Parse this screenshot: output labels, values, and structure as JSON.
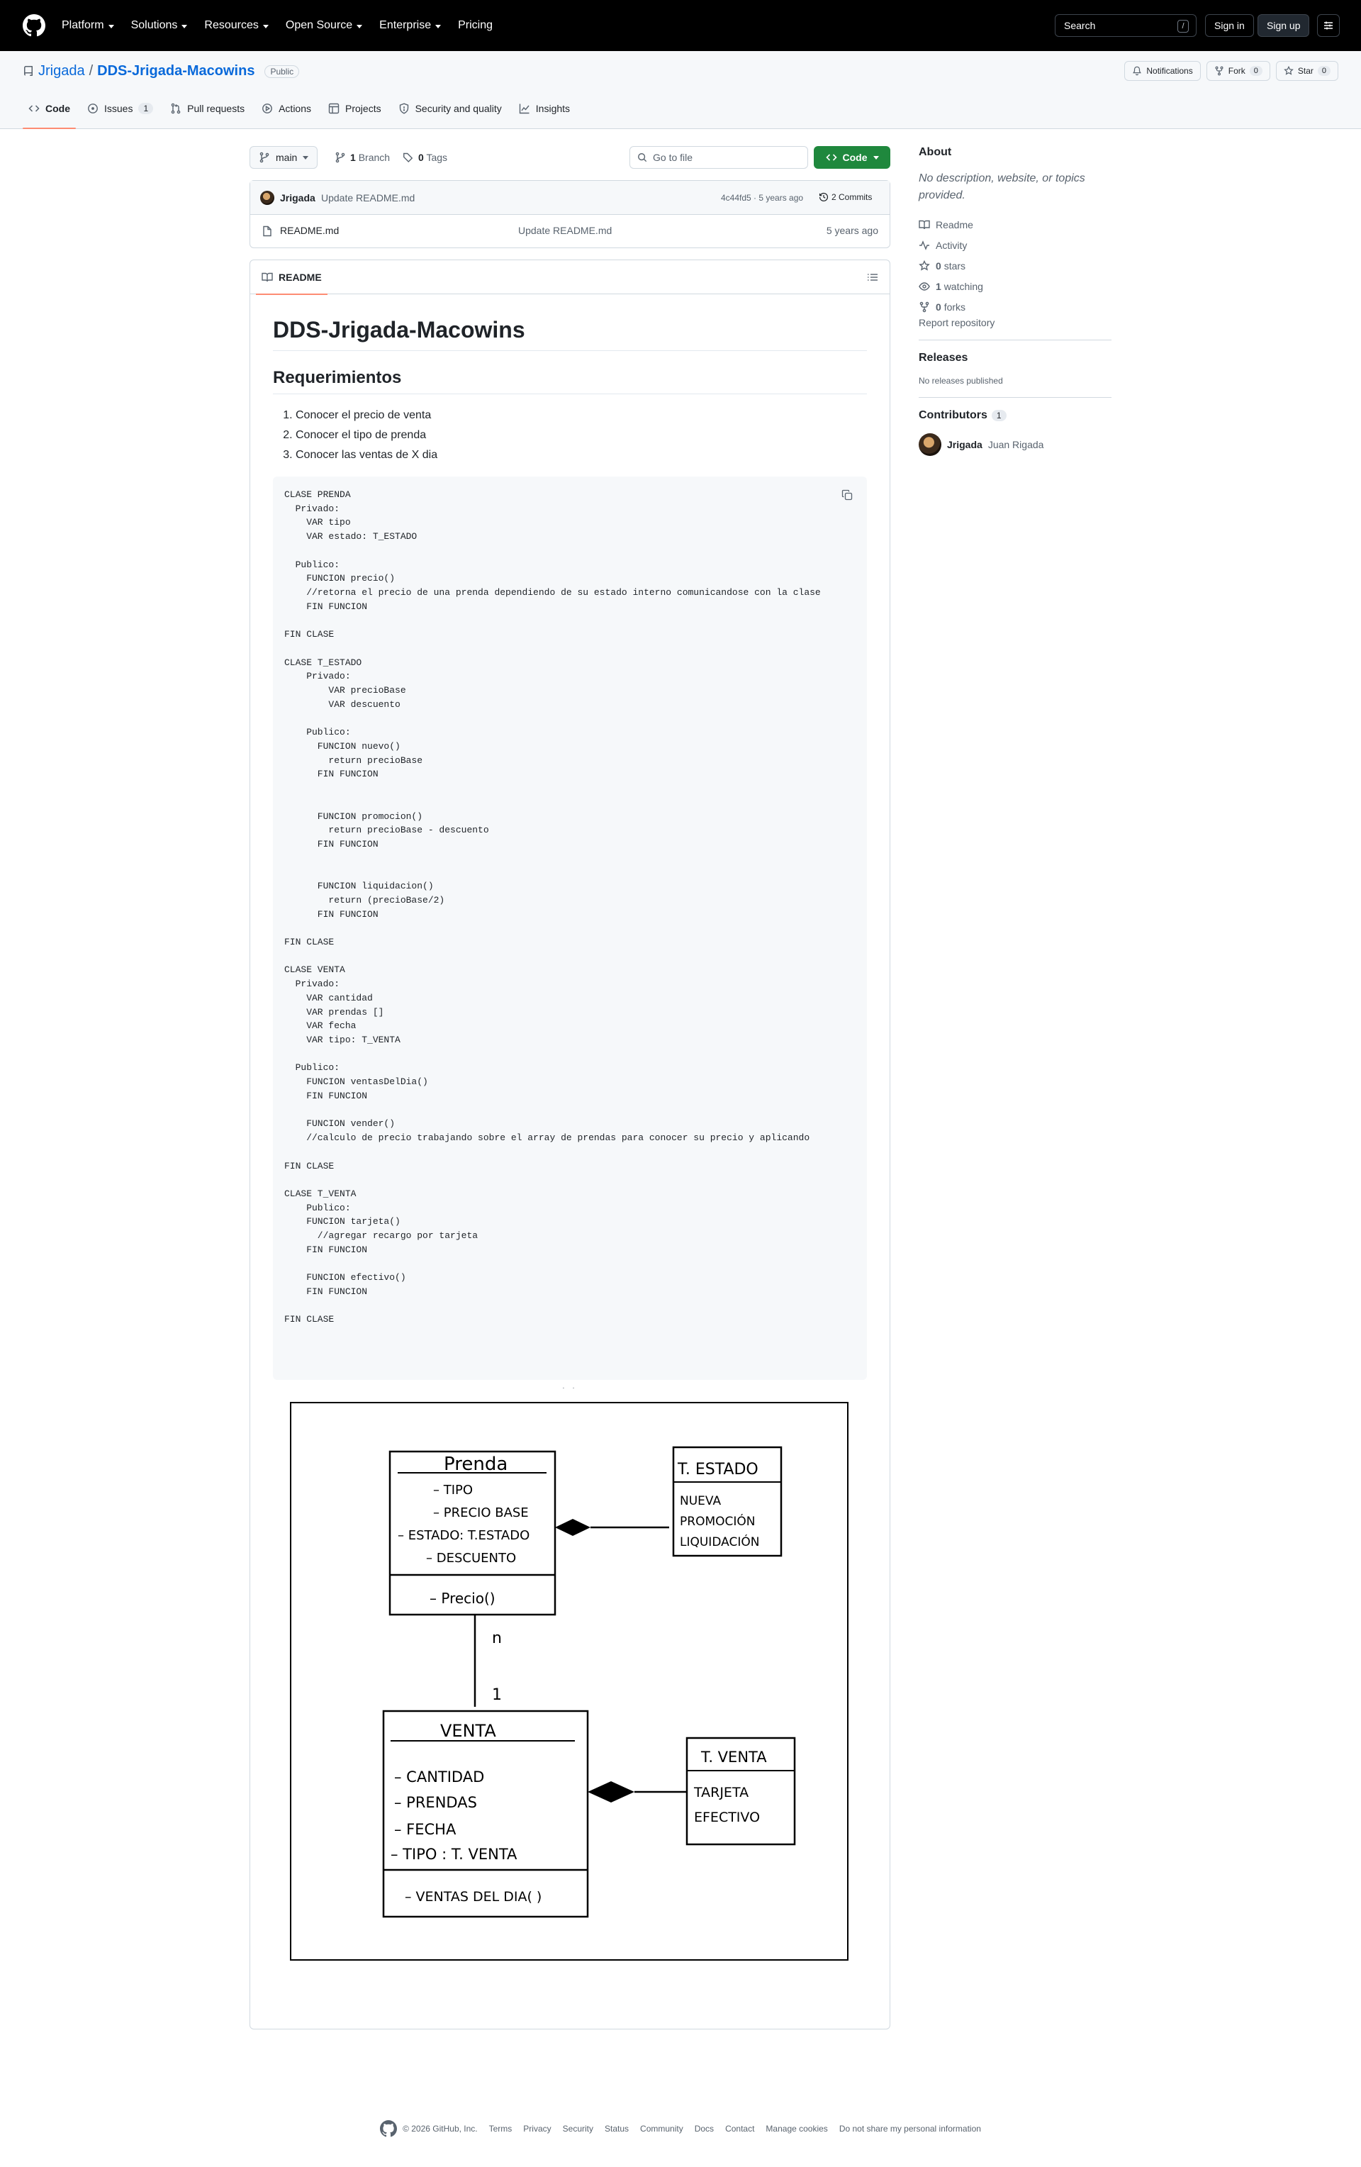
{
  "topnav": {
    "items": [
      {
        "label": "Platform",
        "dropdown": true
      },
      {
        "label": "Solutions",
        "dropdown": true
      },
      {
        "label": "Resources",
        "dropdown": true
      },
      {
        "label": "Open Source",
        "dropdown": true
      },
      {
        "label": "Enterprise",
        "dropdown": true
      },
      {
        "label": "Pricing",
        "dropdown": false
      }
    ],
    "search_label": "Search",
    "search_shortcut": "/",
    "sign_in": "Sign in",
    "sign_up": "Sign up"
  },
  "repo": {
    "owner": "Jrigada",
    "separator": "/",
    "name": "DDS-Jrigada-Macowins",
    "visibility": "Public",
    "notifications": "Notifications",
    "fork_label": "Fork",
    "fork_count": "0",
    "star_label": "Star",
    "star_count": "0"
  },
  "tabs": [
    {
      "label": "Code",
      "icon": "code-icon",
      "active": true,
      "count": ""
    },
    {
      "label": "Issues",
      "icon": "issue-icon",
      "active": false,
      "count": "1"
    },
    {
      "label": "Pull requests",
      "icon": "pull-request-icon",
      "active": false,
      "count": ""
    },
    {
      "label": "Actions",
      "icon": "play-icon",
      "active": false,
      "count": ""
    },
    {
      "label": "Projects",
      "icon": "table-icon",
      "active": false,
      "count": ""
    },
    {
      "label": "Security and quality",
      "icon": "shield-icon",
      "active": false,
      "count": ""
    },
    {
      "label": "Insights",
      "icon": "graph-icon",
      "active": false,
      "count": ""
    }
  ],
  "filebar": {
    "branch": "main",
    "branch_count": "1",
    "branch_label": "Branch",
    "tag_count": "0",
    "tag_label": "Tags",
    "goto_placeholder": "Go to file",
    "code_button": "Code"
  },
  "commit": {
    "user": "Jrigada",
    "message": "Update README.md",
    "hash_time": "4c44fd5 · 5 years ago",
    "commits": "2 Commits"
  },
  "files": [
    {
      "name": "README.md",
      "message": "Update README.md",
      "date": "5 years ago"
    }
  ],
  "readme": {
    "tab_label": "README",
    "title": "DDS-Jrigada-Macowins",
    "h2": "Requerimientos",
    "requirements": [
      "Conocer el precio de venta",
      "Conocer el tipo de prenda",
      "Conocer las ventas de X dia"
    ],
    "code": "CLASE PRENDA\n  Privado:\n    VAR tipo\n    VAR estado: T_ESTADO\n\n  Publico:\n    FUNCION precio()\n    //retorna el precio de una prenda dependiendo de su estado interno comunicandose con la clase\n    FIN FUNCION\n\nFIN CLASE\n\nCLASE T_ESTADO\n    Privado:\n        VAR precioBase\n        VAR descuento\n\n    Publico:\n      FUNCION nuevo()\n        return precioBase\n      FIN FUNCION\n\n\n      FUNCION promocion()\n        return precioBase - descuento\n      FIN FUNCION\n\n\n      FUNCION liquidacion()\n        return (precioBase/2)\n      FIN FUNCION\n\nFIN CLASE\n\nCLASE VENTA\n  Privado:\n    VAR cantidad\n    VAR prendas []\n    VAR fecha\n    VAR tipo: T_VENTA\n\n  Publico:\n    FUNCION ventasDelDia()\n    FIN FUNCION\n\n    FUNCION vender()\n    //calculo de precio trabajando sobre el array de prendas para conocer su precio y aplicando\n\nFIN CLASE\n\nCLASE T_VENTA\n    Publico:\n    FUNCION tarjeta()\n      //agregar recargo por tarjeta\n    FIN FUNCION\n\n    FUNCION efectivo()\n    FIN FUNCION\n\nFIN CLASE",
    "dots": "· ·"
  },
  "uml": {
    "prenda": {
      "title": "Prenda",
      "attrs": [
        "– TIPO",
        "– PRECIO BASE",
        "– ESTADO: T.ESTADO",
        "– DESCUENTO"
      ],
      "methods": [
        "– Precio()"
      ]
    },
    "t_estado": {
      "title": "T. ESTADO",
      "items": [
        "NUEVA",
        "PROMOCIÓN",
        "LIQUIDACIÓN"
      ]
    },
    "venta": {
      "title": "VENTA",
      "attrs": [
        "– CANTIDAD",
        "– PRENDAS",
        "– FECHA",
        "– TIPO : T. VENTA"
      ],
      "methods": [
        "– VENTAS DEL DIA( )"
      ]
    },
    "t_venta": {
      "title": "T. VENTA",
      "items": [
        "TARJETA",
        "EFECTIVO"
      ]
    },
    "mult_many": "n",
    "mult_one": "1"
  },
  "sidebar": {
    "about_title": "About",
    "about_desc": "No description, website, or topics provided.",
    "links": [
      {
        "icon": "book-icon",
        "bold": "",
        "text": "Readme"
      },
      {
        "icon": "pulse-icon",
        "bold": "",
        "text": "Activity"
      },
      {
        "icon": "star-icon",
        "bold": "0",
        "text": "stars"
      },
      {
        "icon": "eye-icon",
        "bold": "1",
        "text": "watching"
      },
      {
        "icon": "fork-icon",
        "bold": "0",
        "text": "forks"
      }
    ],
    "report": "Report repository",
    "releases_title": "Releases",
    "releases_none": "No releases published",
    "contributors_title": "Contributors",
    "contributors_count": "1",
    "contributor_login": "Jrigada",
    "contributor_name": "Juan Rigada"
  },
  "footer": {
    "copyright": "© 2026 GitHub, Inc.",
    "links": [
      "Terms",
      "Privacy",
      "Security",
      "Status",
      "Community",
      "Docs",
      "Contact",
      "Manage cookies",
      "Do not share my personal information"
    ]
  }
}
